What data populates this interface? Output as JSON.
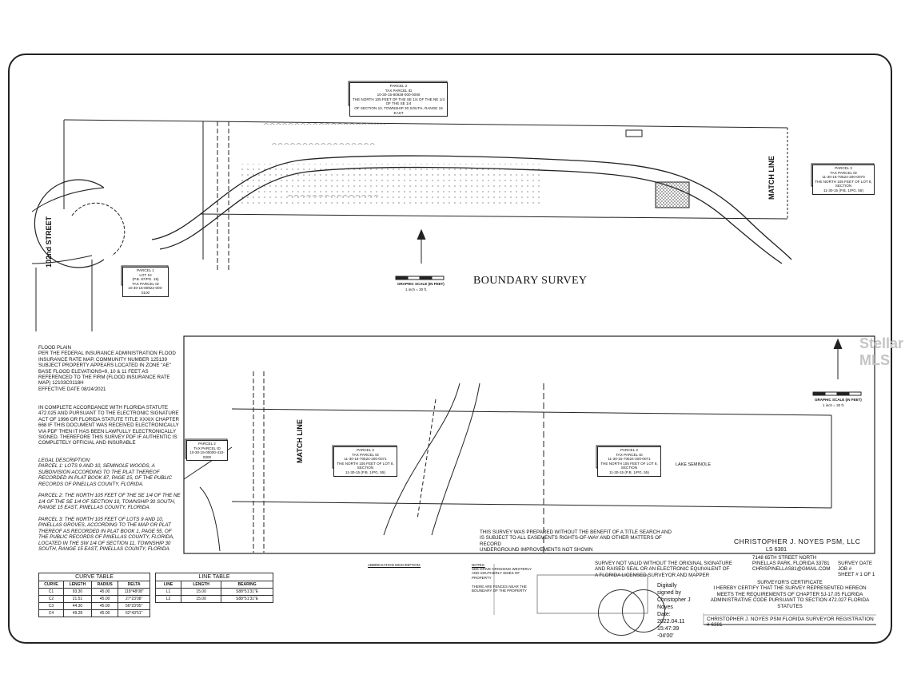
{
  "title": "BOUNDARY SURVEY",
  "street_label": "102nd STREET",
  "match_line": "MATCH LINE",
  "lake_label": "LAKE SEMINOLE",
  "scale_text": "1 inch = 30 ft.",
  "scale_title": "GRAPHIC SCALE (In Feet)",
  "parcels": {
    "p2_top": "PARCEL 2\nTAX PARCEL ID\n10-30-15-80928-000-0090\nTHE NORTH 105 FEET OF THE SE 1/4 OF THE NE 1/4 OF THE SE 1/4\nOF SECTION 10, TOWNSHIP 30 SOUTH, RANGE 15 EAST",
    "p3_right": "PARCEL 3\nTAX PARCEL ID\n11-30-15-70524-200-0070\nTHE NORTH 105 FEET OF LOT 8, SECTION\n11-30-15 (P.B. 1/PG. 55)",
    "p1_left": "PARCEL 1\nLOT 10\n(P.B. 87/PG. 15)\nTAX PARCEL ID\n10-30-15-80922-000-0100",
    "p2_lower": "PARCEL 2\nTAX PARCEL ID\n10-30-15-00000-410-0300",
    "p3_lower_a": "PARCEL 3\nTAX PARCEL ID\n11-30-15-70524-200-0071\nTHE NORTH 105 FEET OF LOT 8, SECTION\n11-30-15 (P.B. 1/PG. 55)",
    "p3_lower_b": "PARCEL 3\nTAX PARCEL ID\n11-30-15-70524-200-0071\nTHE NORTH 105 FEET OF LOT 8, SECTION\n11-30-15 (P.B. 1/PG. 55)"
  },
  "notes": {
    "flood": "FLOOD PLAIN\nPER THE FEDERAL INSURANCE ADMINISTRATION FLOOD INSURANCE RATE MAP, COMMUNITY NUMBER 125139\nSUBJECT PROPERTY APPEARS LOCATED IN ZONE \"AE\" BASE FLOOD ELEVATIONS=9, 10 & 11 FEET AS REFERENCED TO THE FIRM (FLOOD INSURANCE RATE MAP) 12103C0118H\nEFFECTIVE DATE 08/24/2021",
    "statute": "IN COMPLETE ACCORDANCE WITH FLORIDA STATUTE 472.025 AND PURSUANT TO THE ELECTRONIC SIGNATURE ACT OF 1996 OR FLORIDA STATUTE TITLE XXXIX CHAPTER 668 IF THIS DOCUMENT WAS RECEIVED ELECTRONICALLY VIA PDF THEN IT HAS BEEN LAWFULLY ELECTRONICALLY SIGNED. THEREFORE THIS SURVEY PDF IF AUTHENTIC IS COMPLETELY OFFICIAL AND INSURABLE",
    "legal": "LEGAL DESCRIPTION:\nPARCEL 1: LOTS 9 AND 10, SEMINOLE WOODS, A SUBDIVISION ACCORDING TO THE PLAT THEREOF RECORDED IN PLAT BOOK 87, PAGE 15, OF THE PUBLIC RECORDS OF PINELLAS COUNTY, FLORIDA.\n\nPARCEL 2: THE NORTH 105 FEET OF THE SE 1/4 OF THE NE 1/4 OF THE SE 1/4 OF SECTION 10, TOWNSHIP 30 SOUTH, RANGE 15 EAST, PINELLAS COUNTY, FLORIDA.\n\nPARCEL 3: THE NORTH 105 FEET OF LOTS 9 AND 10, PINELLAS GROVES, ACCORDING TO THE MAP OR PLAT THEREOF AS RECORDED IN PLAT BOOK 1, PAGE 55, OF THE PUBLIC RECORDS OF PINELLAS COUNTY, FLORIDA, LOCATED IN THE SW 1/4 OF SECTION 11, TOWNSHIP 30 SOUTH, RANGE 15 EAST, PINELLAS COUNTY, FLORIDA.",
    "title_search": "THIS SURVEY WAS PREPARED WITHOUT THE BENEFIT OF A TITLE SEARCH AND IS SUBJECT TO ALL EASEMENTS RIGHTS-OF-WAY AND OTHER MATTERS OF RECORD\nUNDERGROUND IMPROVEMENTS NOT SHOWN",
    "not_valid": "SURVEY NOT VALID WITHOUT THE ORIGINAL SIGNATURE AND RAISED SEAL OR AN ELECTRONIC EQUIVALENT OF A FLORIDA LICENSED SURVEYOR AND MAPPER",
    "certificate": "SURVEYOR'S CERTIFICATE\nI HEREBY CERTIFY THAT THE SURVEY REPRESENTED HEREON MEETS THE REQUIREMENTS OF CHAPTER 5J-17.05 FLORIDA ADMINISTRATIVE CODE PURSUANT TO SECTION 472.027 FLORIDA STATUTES",
    "registration": "CHRISTOPHER J. NOYES PSM   FLORIDA SURVEYOR REGISTRATION # 6381",
    "abbrev_title": "ABBREVIATION DESCRIPTION:",
    "notes_title": "NOTES:",
    "notes_body": "SEE DRIVE CROSSING WESTERLY AND SOUTHERLY SIDES OF PROPERTY\n\nTHERE ARE FENCES NEAR THE BOUNDARY OF THE PROPERTY"
  },
  "firm": {
    "name": "CHRISTOPHER J. NOYES PSM, LLC",
    "ls": "LS 6381",
    "address1": "7148 65TH STREET NORTH",
    "address2": "PINELLAS PARK, FLORIDA 33781",
    "email": "CHRISPINELLAS81@GMAIL.COM",
    "survey_date": "SURVEY DATE",
    "job": "JOB #",
    "sheet": "SHEET # 1 OF 1"
  },
  "signature": {
    "lines": [
      "Digitally",
      "signed by",
      "Christopher J",
      "Noyes",
      "Date:",
      "2022.04.11",
      "15:47:39",
      "-04'00'"
    ]
  },
  "curve_table": {
    "caption": "CURVE TABLE",
    "headers": [
      "CURVE",
      "LENGTH",
      "RADIUS",
      "DELTA"
    ],
    "rows": [
      [
        "C1",
        "93.30",
        "45.00",
        "118°48'08\""
      ],
      [
        "C2",
        "21.51",
        "45.00",
        "27°23'08\""
      ],
      [
        "C3",
        "44.30",
        "45.00",
        "56°23'05\""
      ],
      [
        "C4",
        "49.28",
        "45.00",
        "62°43'51\""
      ]
    ]
  },
  "line_table": {
    "caption": "LINE TABLE",
    "headers": [
      "LINE",
      "LENGTH",
      "BEARING"
    ],
    "rows": [
      [
        "L1",
        "15.00",
        "S88°51'31\"E"
      ],
      [
        "L2",
        "15.00",
        "S88°51'31\"E"
      ]
    ]
  },
  "watermark": "Stellar MLS"
}
